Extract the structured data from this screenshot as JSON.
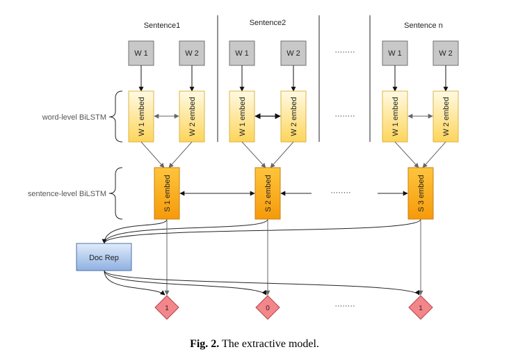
{
  "sentences": [
    {
      "title": "Sentence1",
      "words": [
        "W 1",
        "W 2"
      ],
      "word_embeds": [
        "W 1 embed",
        "W 2 embed"
      ],
      "sentence_embed": "S 1 embed",
      "output": "1"
    },
    {
      "title": "Sentence2",
      "words": [
        "W 1",
        "W 2"
      ],
      "word_embeds": [
        "W 1 embed",
        "W 2 embed"
      ],
      "sentence_embed": "S 2 embed",
      "output": "0"
    },
    {
      "title": "Sentence n",
      "words": [
        "W 1",
        "W 2"
      ],
      "word_embeds": [
        "W 1 embed",
        "W 2 embed"
      ],
      "sentence_embed": "S 3 embed",
      "output": "1"
    }
  ],
  "labels": {
    "word_level": "word-level BiLSTM",
    "sentence_level": "sentence-level BiLSTM",
    "doc_rep": "Doc Rep"
  },
  "ellipsis": "········",
  "caption": {
    "label": "Fig. 2.",
    "text": " The extractive model."
  },
  "colors": {
    "word_box_fill": "#c8c8c8",
    "word_box_stroke": "#707070",
    "word_embed_fill_top": "#fffae3",
    "word_embed_fill_bottom": "#fdd55b",
    "word_embed_stroke": "#d9b54a",
    "sent_embed_fill_top": "#ffc53d",
    "sent_embed_fill_bottom": "#f59a0a",
    "sent_embed_stroke": "#c87f10",
    "doc_fill_top": "#e0ecfa",
    "doc_fill_bottom": "#8fb0e2",
    "doc_stroke": "#4e6fa8",
    "output_fill": "#f3868a",
    "output_stroke": "#b5454b"
  }
}
